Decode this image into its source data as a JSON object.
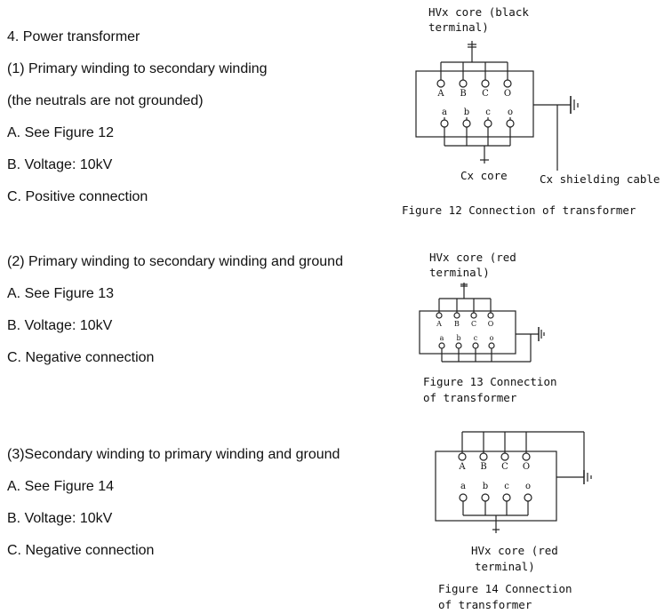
{
  "heading": "4.  Power transformer",
  "section1": {
    "title": "(1) Primary winding to secondary winding",
    "note": "(the neutrals are not grounded)",
    "a": "A. See Figure 12",
    "b": "B. Voltage: 10kV",
    "c": "C. Positive connection"
  },
  "section2": {
    "title": "(2) Primary winding to secondary winding and ground",
    "a": "A. See Figure 13",
    "b": "B. Voltage: 10kV",
    "c": "C. Negative connection"
  },
  "section3": {
    "title": "(3)Secondary winding to primary winding and ground",
    "a": "A. See Figure 14",
    "b": "B.  Voltage: 10kV",
    "c": "C.  Negative connection"
  },
  "fig12": {
    "hv_label_1": "HVx core (black",
    "hv_label_2": "terminal)",
    "cx_core": "Cx core",
    "cx_shield": "Cx shielding cable",
    "caption": "Figure 12 Connection of transformer",
    "upper_terms": [
      "A",
      "B",
      "C",
      "O"
    ],
    "lower_terms": [
      "a",
      "b",
      "c",
      "o"
    ]
  },
  "fig13": {
    "hv_label_1": "HVx core (red",
    "hv_label_2": "terminal)",
    "caption_1": "Figure 13 Connection",
    "caption_2": "of transformer",
    "upper_terms": [
      "A",
      "B",
      "C",
      "O"
    ],
    "lower_terms": [
      "a",
      "b",
      "c",
      "o"
    ]
  },
  "fig14": {
    "hv_label_1": "HVx core (red",
    "hv_label_2": "terminal)",
    "caption_1": "Figure 14 Connection",
    "caption_2": "of transformer",
    "upper_terms": [
      "A",
      "B",
      "C",
      "O"
    ],
    "lower_terms": [
      "a",
      "b",
      "c",
      "o"
    ]
  }
}
